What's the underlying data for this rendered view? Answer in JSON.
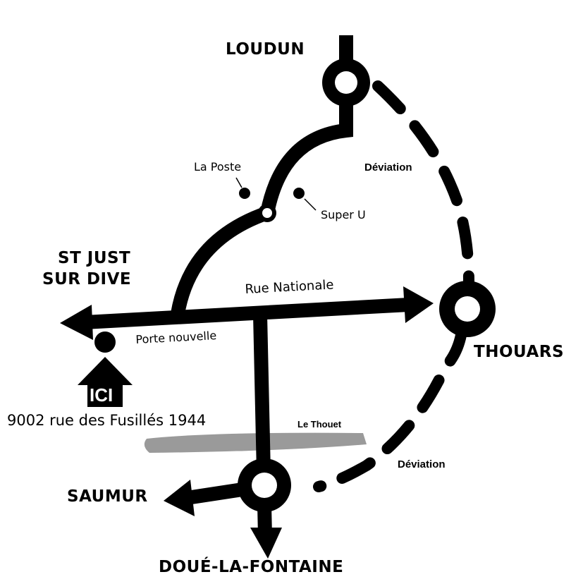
{
  "cities": {
    "loudun": "LOUDUN",
    "st_just_line1": "ST JUST",
    "st_just_line2": "SUR DIVE",
    "thouars": "THOUARS",
    "saumur": "SAUMUR",
    "doue": "DOUÉ-LA-FONTAINE"
  },
  "places": {
    "la_poste": "La Poste",
    "super_u": "Super U",
    "rue_nationale": "Rue Nationale",
    "porte_nouvelle": "Porte nouvelle",
    "river": "Le Thouet"
  },
  "deviation_labels": [
    "Déviation",
    "Déviation"
  ],
  "here_marker": {
    "label": "ICI",
    "address": "9002 rue des Fusillés 1944"
  },
  "colors": {
    "road": "#000000",
    "river": "#9a9a9a",
    "background": "#ffffff"
  }
}
